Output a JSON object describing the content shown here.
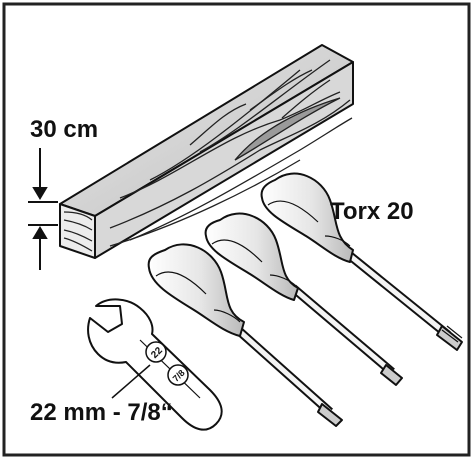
{
  "labels": {
    "length": "30 cm",
    "torx": "Torx 20",
    "wrench": "22 mm - 7/8“"
  },
  "wrench_marks": {
    "mm": "22",
    "inch": "7/8"
  },
  "colors": {
    "stroke": "#111111",
    "wood_shade": "#c8c8c8",
    "wood_dark": "#9a9a9a",
    "handle_shade": "#d4d4d4",
    "frame_border": "#222222",
    "background": "#ffffff"
  }
}
